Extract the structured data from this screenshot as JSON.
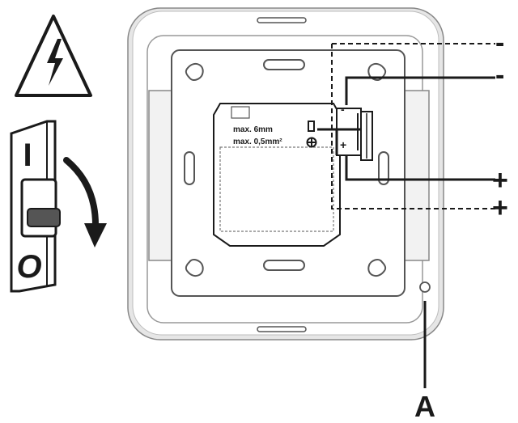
{
  "icons": {
    "warning": "high-voltage-warning-icon",
    "breaker": "circuit-breaker-switch-icon",
    "arrow": "switch-off-arrow-icon"
  },
  "breaker": {
    "on_label": "I",
    "off_label": "O"
  },
  "device": {
    "label_line1": "max. 6mm",
    "label_line2": "max. 0,5mm²",
    "terminal_top_symbol": "-",
    "terminal_bottom_symbol": "+"
  },
  "terminals": {
    "outer_minus": "-",
    "inner_minus": "-",
    "inner_plus": "+",
    "outer_plus": "+"
  },
  "callout": {
    "label": "A"
  },
  "colors": {
    "line": "#1a1a1a",
    "frame_fill": "#ffffff",
    "frame_shadow": "#e6e6e6",
    "switch_grey": "#555555"
  }
}
